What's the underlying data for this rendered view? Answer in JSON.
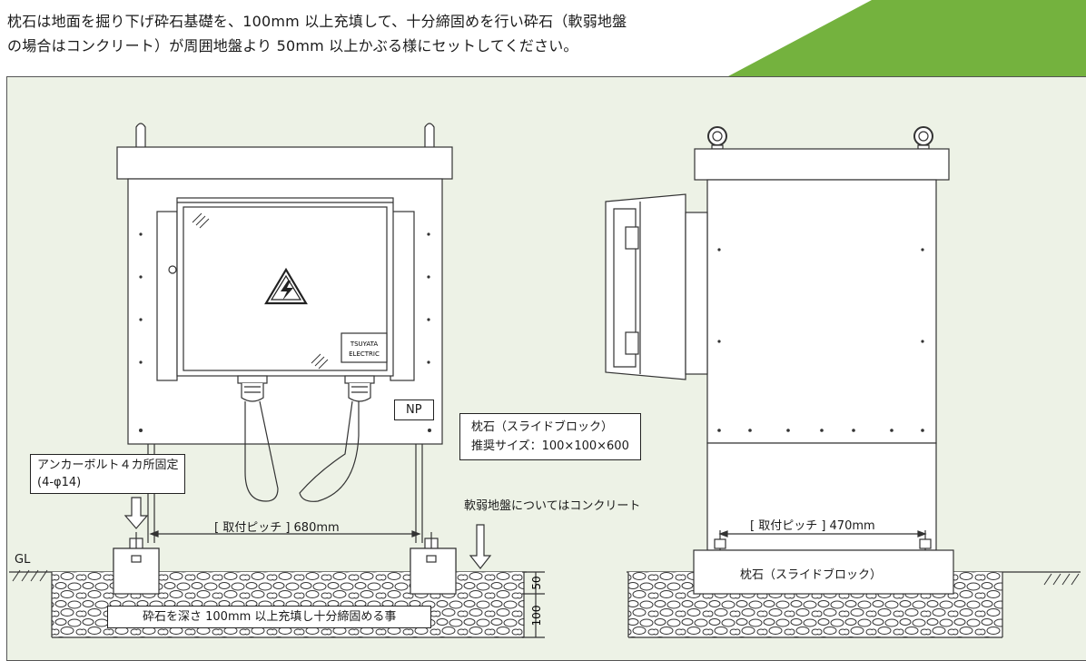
{
  "intro": {
    "line1": "枕石は地面を掘り下げ砕石基礎を、100mm 以上充填して、十分締固めを行い砕石（軟弱地盤",
    "line2": "の場合はコンクリート）が周囲地盤より 50mm 以上かぶる様にセットしてください。"
  },
  "labels": {
    "np": "NP",
    "anchor_line1": "アンカーボルト４カ所固定",
    "anchor_line2": "(4-φ14)",
    "pitch_front": "[ 取付ピッチ ] 680mm",
    "pitch_side": "[ 取付ピッチ ] 470mm",
    "stone_line1": "枕石（スライドブロック）",
    "stone_line2": "推奨サイズ：100×100×600",
    "soft_ground": "軟弱地盤についてはコンクリート",
    "gl": "GL",
    "gravel_note": "砕石を深さ 100mm 以上充填し十分締固める事",
    "dim_50": "50",
    "dim_100": "100",
    "side_stone": "枕石（スライドブロック）",
    "maker_line1": "TSUYATA",
    "maker_line2": "ELECTRIC"
  },
  "colors": {
    "accent_green": "#74b23e",
    "panel_bg": "#edf2e6",
    "line": "#333333"
  }
}
